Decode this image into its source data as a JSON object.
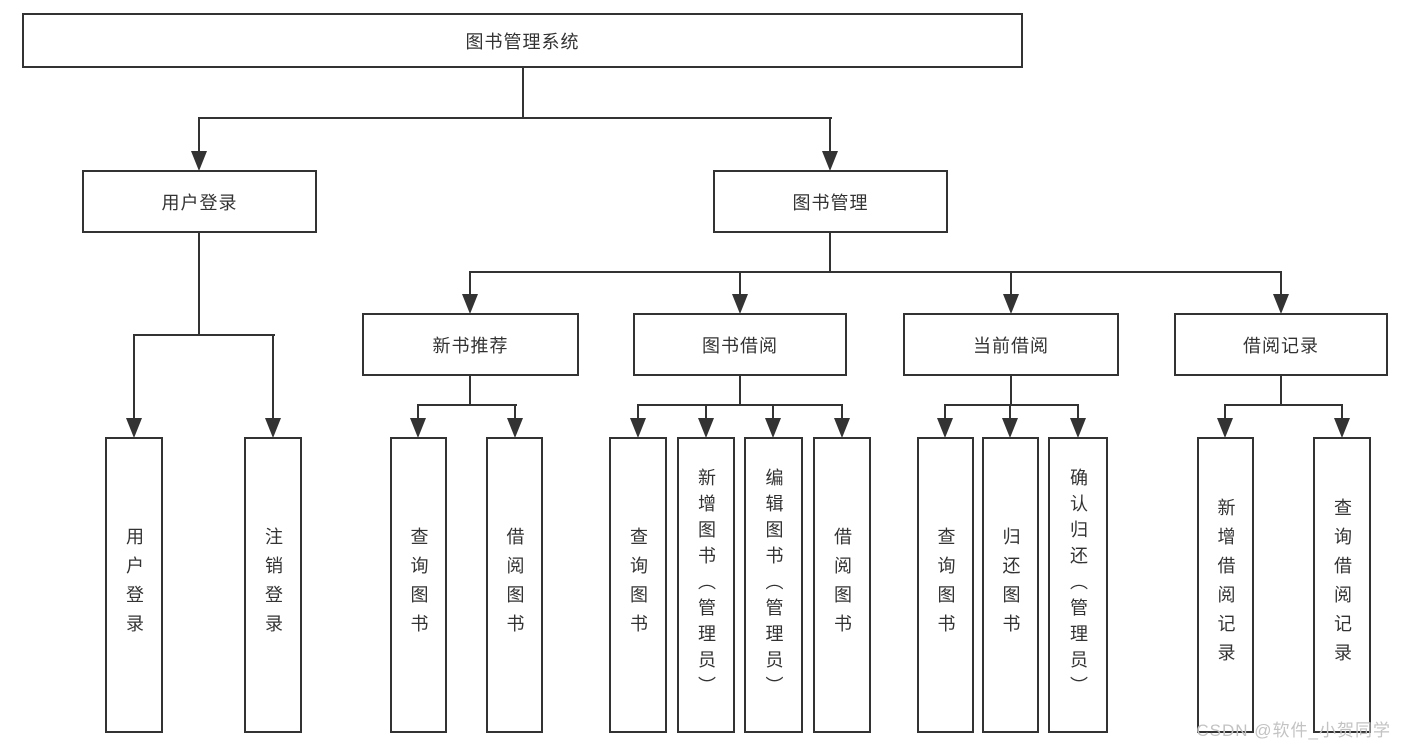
{
  "colors": {
    "line": "#333333",
    "text": "#333333",
    "box_background": "#ffffff",
    "page_background": "#ffffff",
    "watermark": "#c3c3c3"
  },
  "diagram": {
    "root": {
      "label": "图书管理系统"
    },
    "level2": [
      {
        "label": "用户登录"
      },
      {
        "label": "图书管理"
      }
    ],
    "level3": [
      {
        "label": "新书推荐"
      },
      {
        "label": "图书借阅"
      },
      {
        "label": "当前借阅"
      },
      {
        "label": "借阅记录"
      }
    ],
    "leaves": [
      {
        "label": "用户登录"
      },
      {
        "label": "注销登录"
      },
      {
        "label": "查询图书"
      },
      {
        "label": "借阅图书"
      },
      {
        "label": "查询图书"
      },
      {
        "label": "新增图书（管理员）"
      },
      {
        "label": "编辑图书（管理员）"
      },
      {
        "label": "借阅图书"
      },
      {
        "label": "查询图书"
      },
      {
        "label": "归还图书"
      },
      {
        "label": "确认归还（管理员）"
      },
      {
        "label": "新增借阅记录"
      },
      {
        "label": "查询借阅记录"
      }
    ]
  },
  "watermark": {
    "text": "CSDN @软件_小贺同学"
  }
}
